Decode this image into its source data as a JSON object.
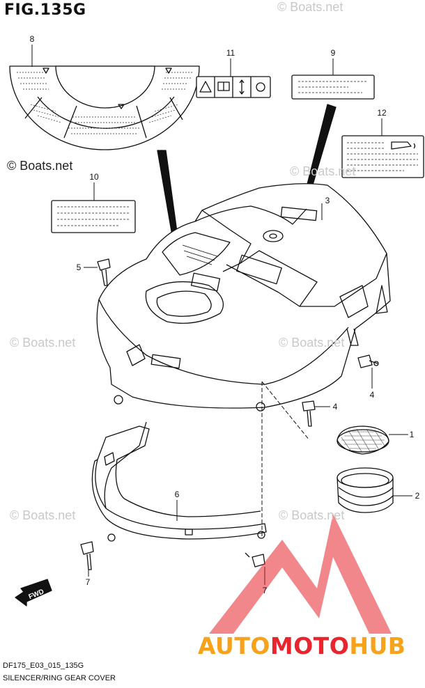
{
  "figure": {
    "title": "FIG.135G",
    "code": "DF175_E03_015_135G",
    "caption": "SILENCER/RING GEAR COVER"
  },
  "callouts": [
    "8",
    "11",
    "9",
    "12",
    "10",
    "3",
    "5",
    "4",
    "4",
    "1",
    "2",
    "6",
    "7",
    "7"
  ],
  "fwd_label": "FWD",
  "watermark": {
    "text": "© Boats.net",
    "brand_part1": "AUTO",
    "brand_part2": "MOTO",
    "brand_part3": "HUB"
  },
  "colors": {
    "line": "#111111",
    "watermark": "#c8c8c8",
    "brand_orange": "#f7a21b",
    "brand_red": "#e8242c"
  }
}
